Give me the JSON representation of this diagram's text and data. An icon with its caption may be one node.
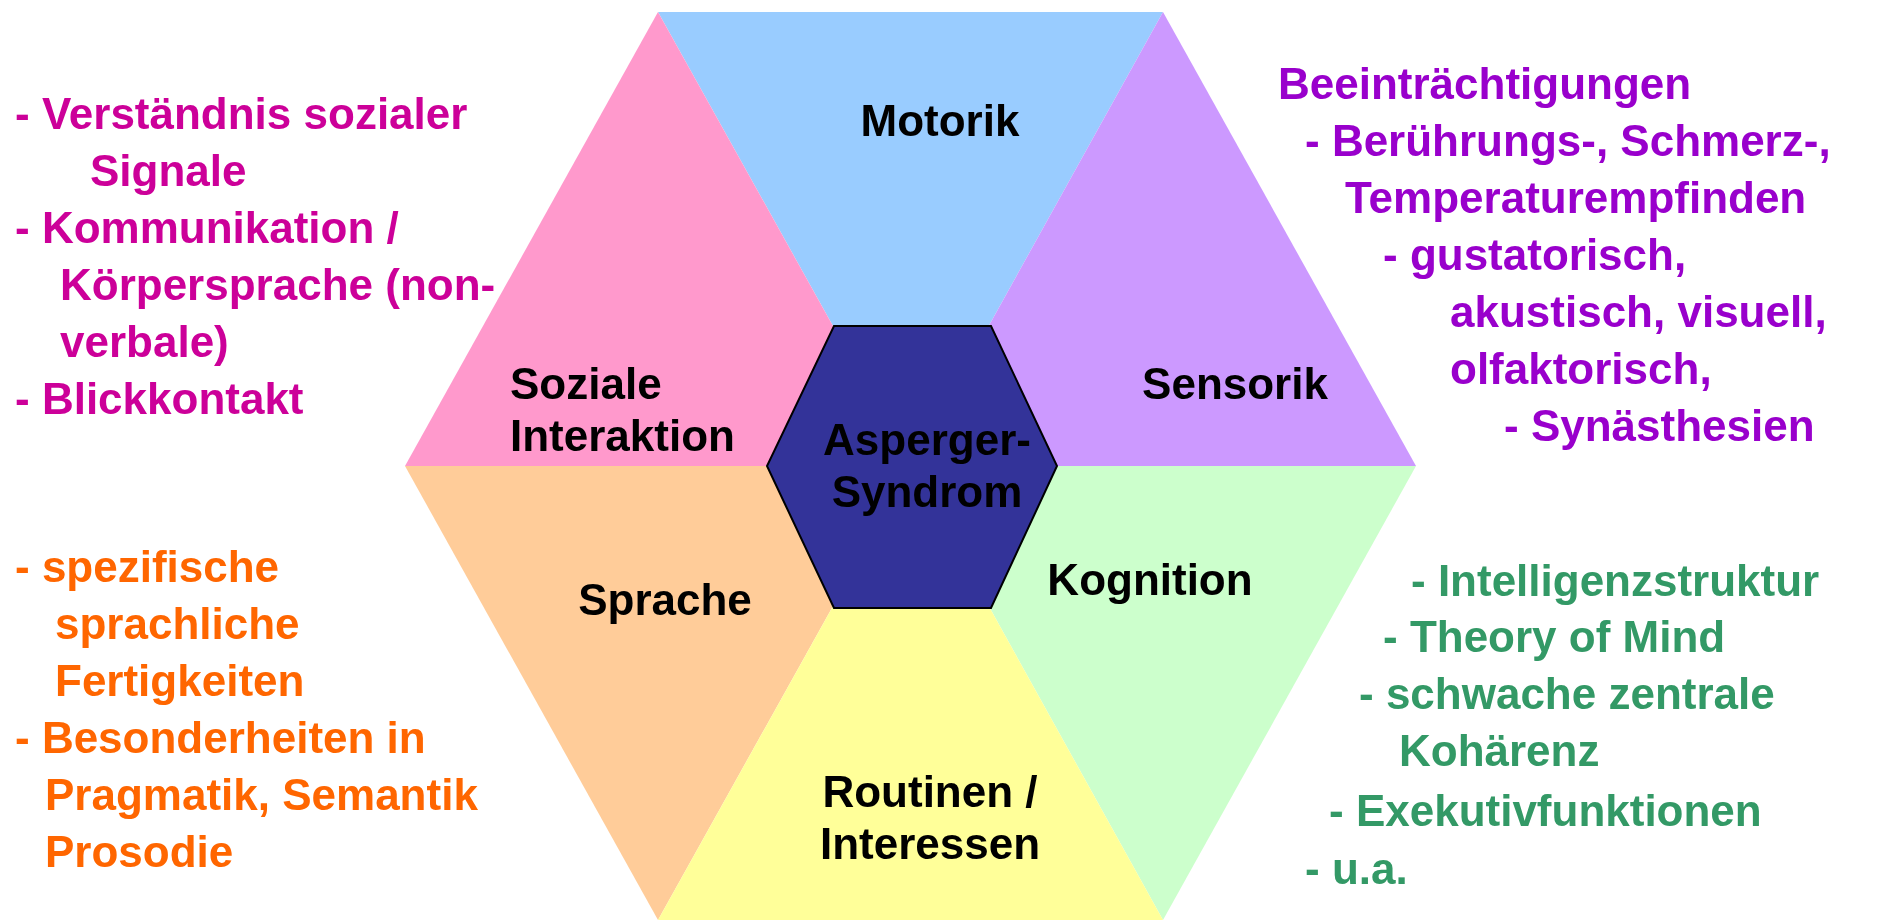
{
  "diagram": {
    "nodes": [
      {
        "text": [
          "Motorik"
        ]
      },
      {
        "text": [
          "Soziale Interaktion"
        ]
      },
      {
        "text": [
          "Sensorik"
        ]
      },
      {
        "text": [
          "Asperger- Syndrom"
        ]
      },
      {
        "text": [
          "Sprache"
        ]
      },
      {
        "text": [
          "Kognition"
        ]
      },
      {
        "text": [
          "Routinen / Interessen"
        ]
      }
    ],
    "labels": [
      "- Verständnis sozialer Signale",
      "- Kommunikation / Körpersprache (non-verbale)",
      "- Blickkontakt",
      "Beeinträchtigungen",
      "- Berührungs-, Schmerz-, Temperaturempfinden",
      "- gustatorisch, akustisch, visuell, olfaktorisch,",
      "- Synästhesien",
      "- spezifische sprachliche Fertigkeiten",
      "- Besonderheiten in Pragmatik, Semantik Prosodie",
      "- Intelligenzstruktur",
      "- Theory of Mind",
      "- schwache zentrale Kohärenz",
      "- Exekutivfunktionen",
      "- u.a."
    ]
  }
}
